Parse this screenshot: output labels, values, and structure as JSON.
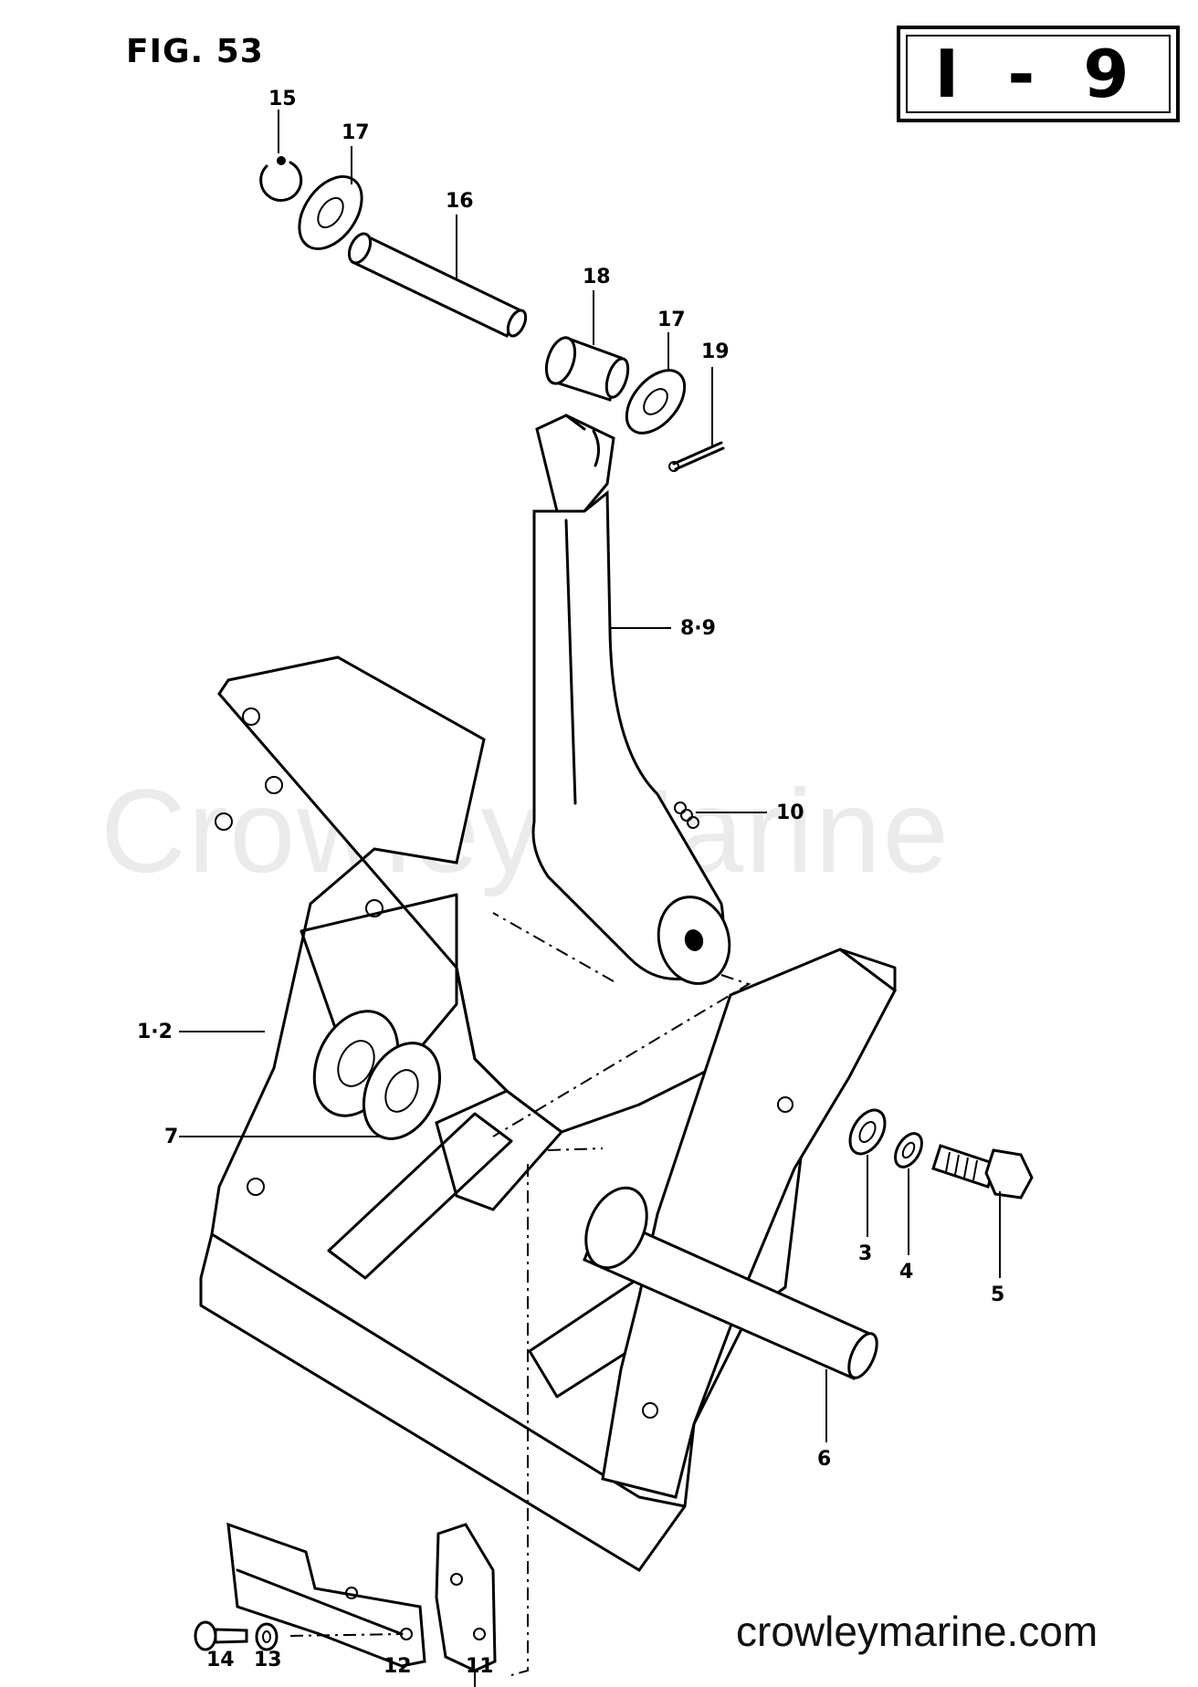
{
  "figure_title": "FIG. 53",
  "page_code": "I - 9",
  "watermark": "Crowley Marine",
  "site_url": "crowleymarine.com",
  "parts": {
    "p1_2": "1·2",
    "p3": "3",
    "p4": "4",
    "p5": "5",
    "p6": "6",
    "p7": "7",
    "p8_9": "8·9",
    "p10": "10",
    "p11": "11",
    "p12": "12",
    "p13": "13",
    "p14": "14",
    "p15": "15",
    "p16": "16",
    "p17a": "17",
    "p17b": "17",
    "p18": "18",
    "p19": "19"
  }
}
